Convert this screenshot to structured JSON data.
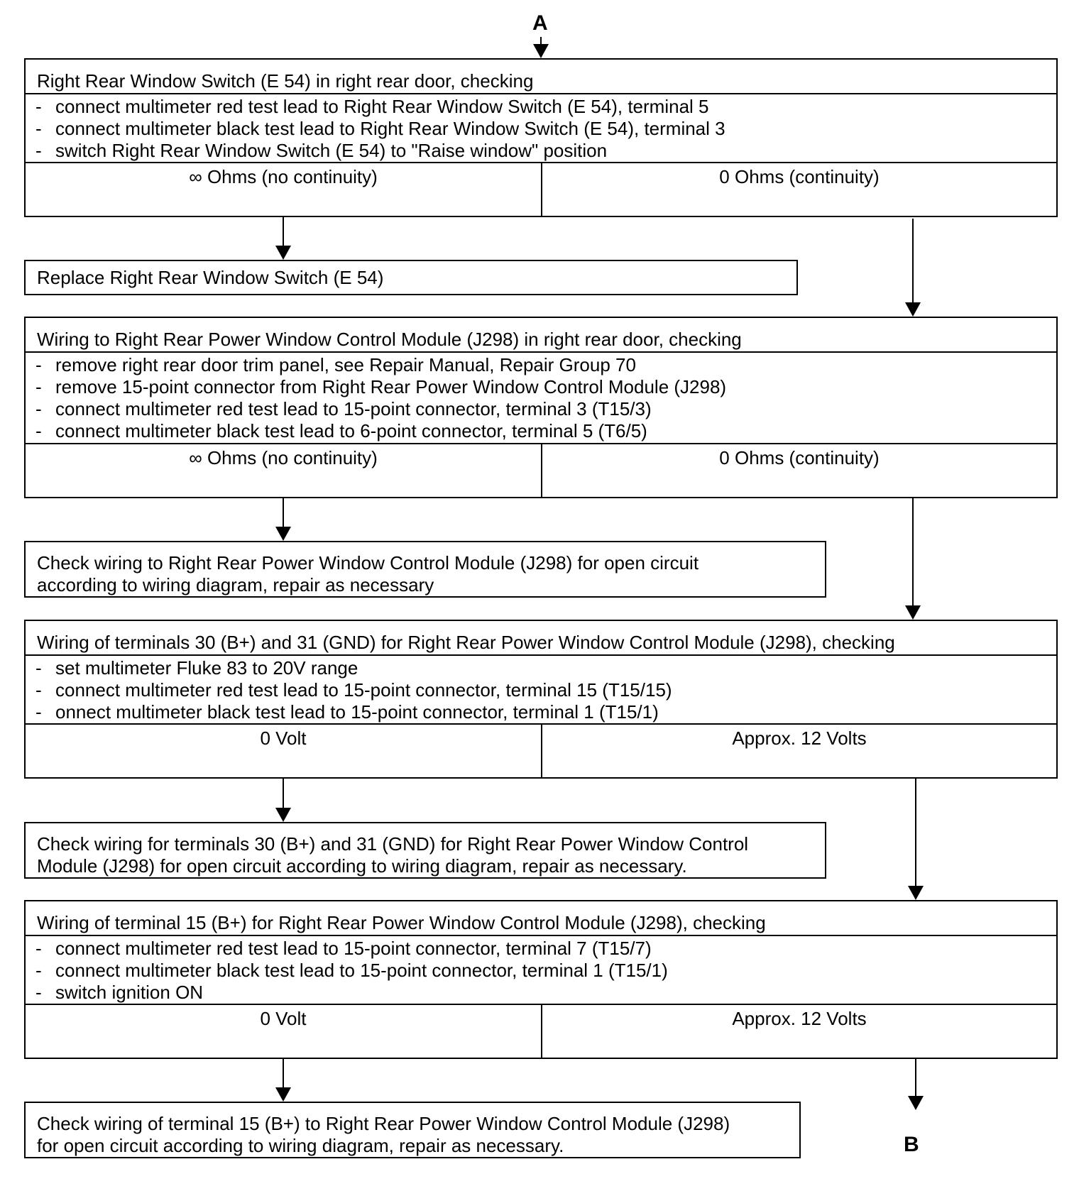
{
  "connector_start": "A",
  "connector_end": "B",
  "steps": [
    {
      "title": "Right Rear Window Switch (E 54) in right rear door, checking",
      "items": [
        "connect multimeter red test lead to  Right Rear Window Switch (E 54), terminal 5",
        "connect multimeter black test lead to  Right Rear Window Switch (E 54), terminal 3",
        "switch  Right Rear Window Switch (E 54) to \"Raise window\" position"
      ],
      "result_left": "∞ Ohms  (no continuity)",
      "result_right": "0 Ohms  (continuity)",
      "action": [
        "Replace Right Rear Window Switch (E 54)"
      ]
    },
    {
      "title": "Wiring to Right  Rear Power Window Control Module (J298) in right rear door, checking",
      "items": [
        "remove right rear door trim panel, see Repair Manual, Repair Group 70",
        "remove 15-point connector from Right  Rear Power Window Control Module (J298)",
        "connect multimeter red test lead to 15-point connector,  terminal 3 (T15/3)",
        "connect multimeter black test lead to 6-point connector,  terminal 5 (T6/5)"
      ],
      "result_left": "∞ Ohms  (no continuity)",
      "result_right": "0 Ohms  (continuity)",
      "action": [
        "Check wiring to Right  Rear Power Window Control Module (J298) for open circuit",
        " according to wiring diagram, repair as necessary"
      ]
    },
    {
      "title": "Wiring of terminals 30 (B+) and 31 (GND) for Right  Rear Power Window Control Module (J298), checking",
      "items": [
        "set multimeter Fluke 83 to 20V range",
        "connect multimeter red test lead to 15-point connector, terminal 15 (T15/15)",
        "onnect multimeter black test lead to 15-point connector, terminal 1 (T15/1)"
      ],
      "result_left": "0 Volt",
      "result_right": "Approx. 12 Volts",
      "action": [
        "Check wiring for terminals 30 (B+) and 31 (GND) for Right  Rear Power Window Control",
        " Module (J298) for open circuit  according to wiring diagram, repair as necessary."
      ]
    },
    {
      "title": "Wiring of terminal 15 (B+) for Right  Rear Power Window Control Module (J298), checking",
      "items": [
        "connect multimeter red test lead to 15-point connector, terminal 7 (T15/7)",
        "connect multimeter black test lead to 15-point connector, terminal 1 (T15/1)",
        "switch ignition ON"
      ],
      "result_left": "0 Volt",
      "result_right": "Approx. 12 Volts",
      "action": [
        "Check wiring of terminal 15 (B+) to Right  Rear Power Window Control Module (J298)",
        "for open circuit  according to wiring diagram,  repair as necessary."
      ]
    }
  ]
}
